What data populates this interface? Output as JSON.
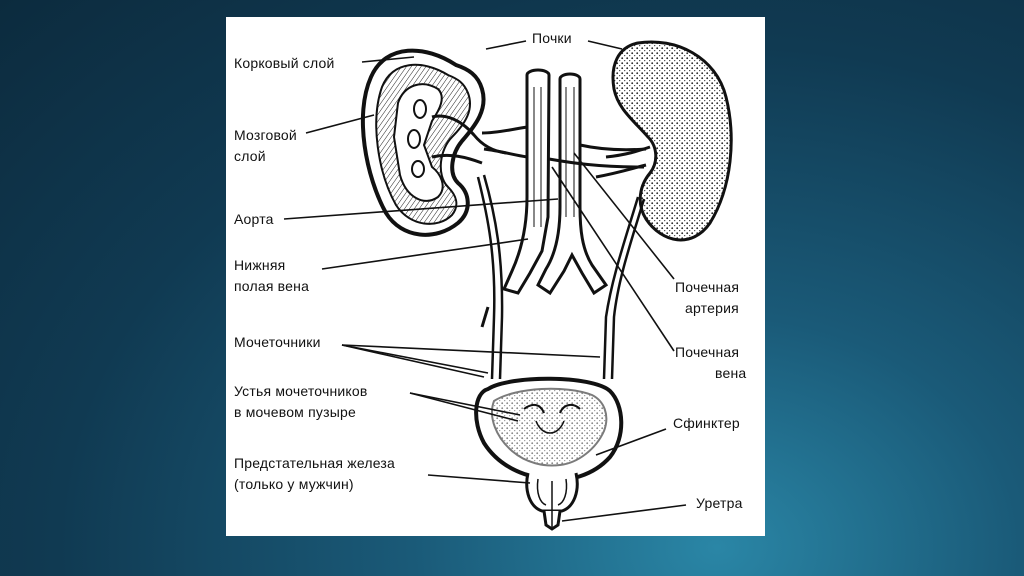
{
  "labels": {
    "kidneys": "Почки",
    "cortex": "Корковый слой",
    "medulla_1": "Мозговой",
    "medulla_2": "слой",
    "aorta": "Аорта",
    "ivc_1": "Нижняя",
    "ivc_2": "полая вена",
    "ureters": "Мочеточники",
    "orifices_1": "Устья мочеточников",
    "orifices_2": "в мочевом пузыре",
    "prostate_1": "Предстательная железа",
    "prostate_2": "(только у мужчин)",
    "renal_artery_1": "Почечная",
    "renal_artery_2": "артерия",
    "renal_vein_1": "Почечная",
    "renal_vein_2": "вена",
    "sphincter": "Сфинктер",
    "urethra": "Уретра"
  },
  "colors": {
    "background_top": "#0c2b3e",
    "background_glow": "#2a86a6",
    "panel": "#ffffff",
    "ink": "#111111"
  }
}
